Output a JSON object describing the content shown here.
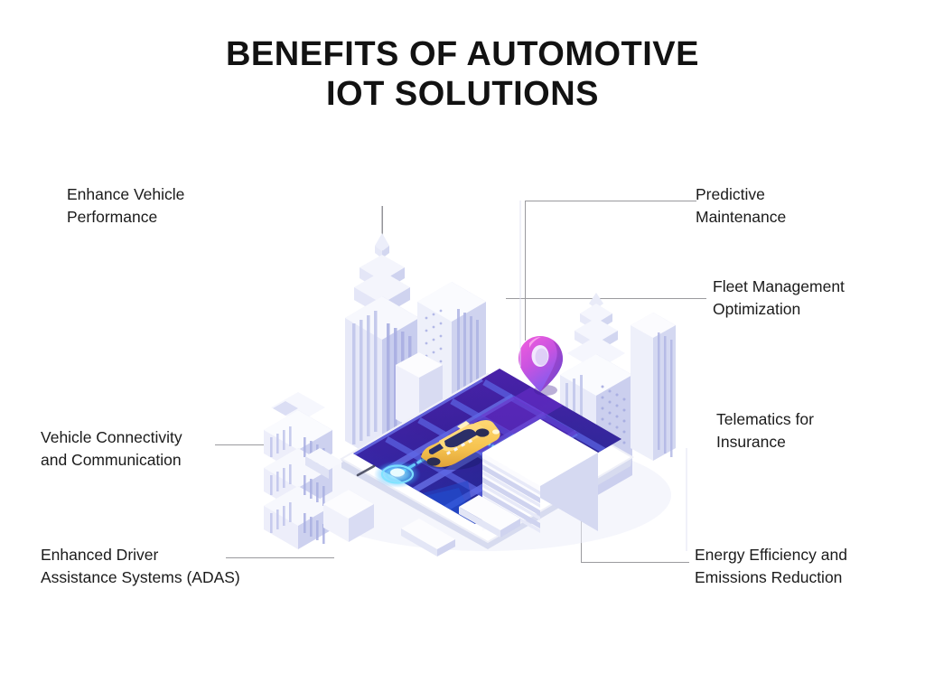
{
  "title": {
    "line1": "Benefits of Automotive",
    "line2": "IoT Solutions"
  },
  "labels": {
    "enhance_vehicle_performance": "Enhance Vehicle\nPerformance",
    "vehicle_connectivity": "Vehicle Connectivity\nand Communication",
    "adas": "Enhanced Driver\nAssistance Systems (ADAS)",
    "predictive_maintenance": "Predictive\nMaintenance",
    "fleet_management": "Fleet Management\nOptimization",
    "telematics_insurance": "Telematics for\nInsurance",
    "energy_efficiency": "Energy Efficiency and\nEmissions Reduction"
  },
  "illustration": {
    "name": "isometric-smartphone-navigation-city",
    "elements": [
      "smartphone",
      "map-screen",
      "road-grid",
      "taxi-car",
      "route-path",
      "origin-marker",
      "location-pin",
      "skyscraper-tall",
      "skyscraper-dotted",
      "office-block",
      "apartment-block",
      "low-rise-blocks"
    ]
  },
  "colors": {
    "title_text": "#121212",
    "label_text": "#1b1b1b",
    "connector_line": "#9a9a9e",
    "background": "#ffffff",
    "phone_body": "#ffffff",
    "phone_shade": "#e8e9f5",
    "map_purple": "#4a189c",
    "map_violet": "#5b21b6",
    "map_navy": "#1e2a8a",
    "map_blue": "#2540c8",
    "road_line": "#6b73e8",
    "route_cyan": "#67d7ff",
    "marker_glow": "#7fe3ff",
    "pin_magenta": "#ef4bd4",
    "pin_purple": "#8b5cf6",
    "taxi_yellow": "#f6c34f",
    "taxi_shade": "#e2a53c",
    "taxi_window": "#2a2d63",
    "building_light": "#f2f3fb",
    "building_mid": "#dcdef3",
    "building_dark": "#c2c6ea",
    "building_accent": "#9aa0e0"
  }
}
